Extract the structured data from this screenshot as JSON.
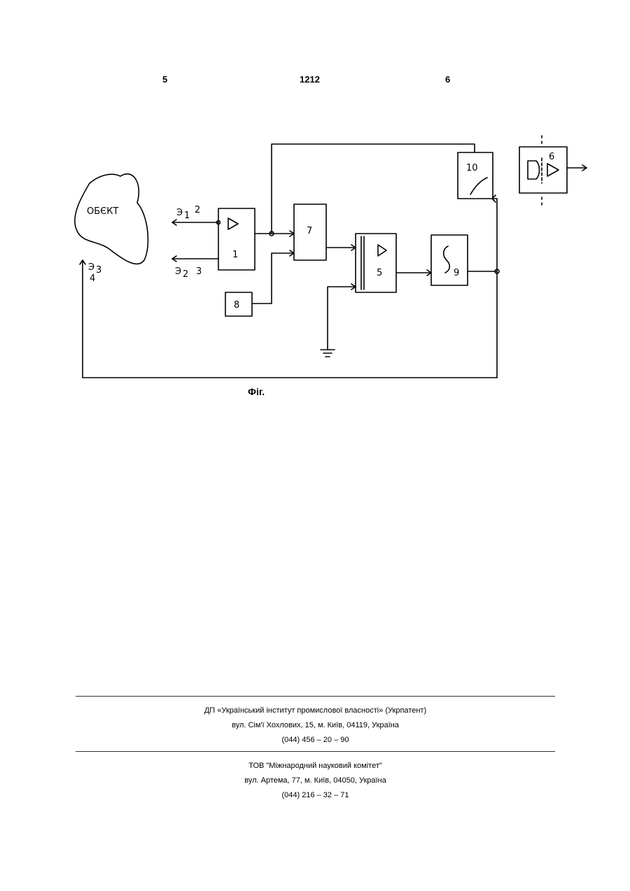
{
  "header": {
    "page_left": "5",
    "doc_number": "1212",
    "page_right": "6"
  },
  "figure": {
    "caption": "Фіг.",
    "object_label": "ОБЄКТ",
    "block_numbers": {
      "b1": "1",
      "b5": "5",
      "b6": "6",
      "b7": "7",
      "b8": "8",
      "b9": "9",
      "b10": "10"
    },
    "electrodes": {
      "e1_symbol": "Э",
      "e1_sub": "1",
      "e1_num": "2",
      "e2_symbol": "Э",
      "e2_sub": "2",
      "e2_num": "3",
      "e3_symbol": "Э",
      "e3_sub": "3",
      "e3_num": "4"
    }
  },
  "footer": {
    "publisher": {
      "name": "ДП «Український інститут промислової власності» (Укрпатент)",
      "address": "вул. Сім'ї Хохлових, 15, м. Київ, 04119, Україна",
      "phone": "(044) 456 – 20 – 90"
    },
    "printer": {
      "name": "ТОВ \"Міжнародний науковий комітет\"",
      "address": "вул. Артема, 77, м. Київ, 04050, Україна",
      "phone": "(044) 216 – 32 – 71"
    }
  }
}
